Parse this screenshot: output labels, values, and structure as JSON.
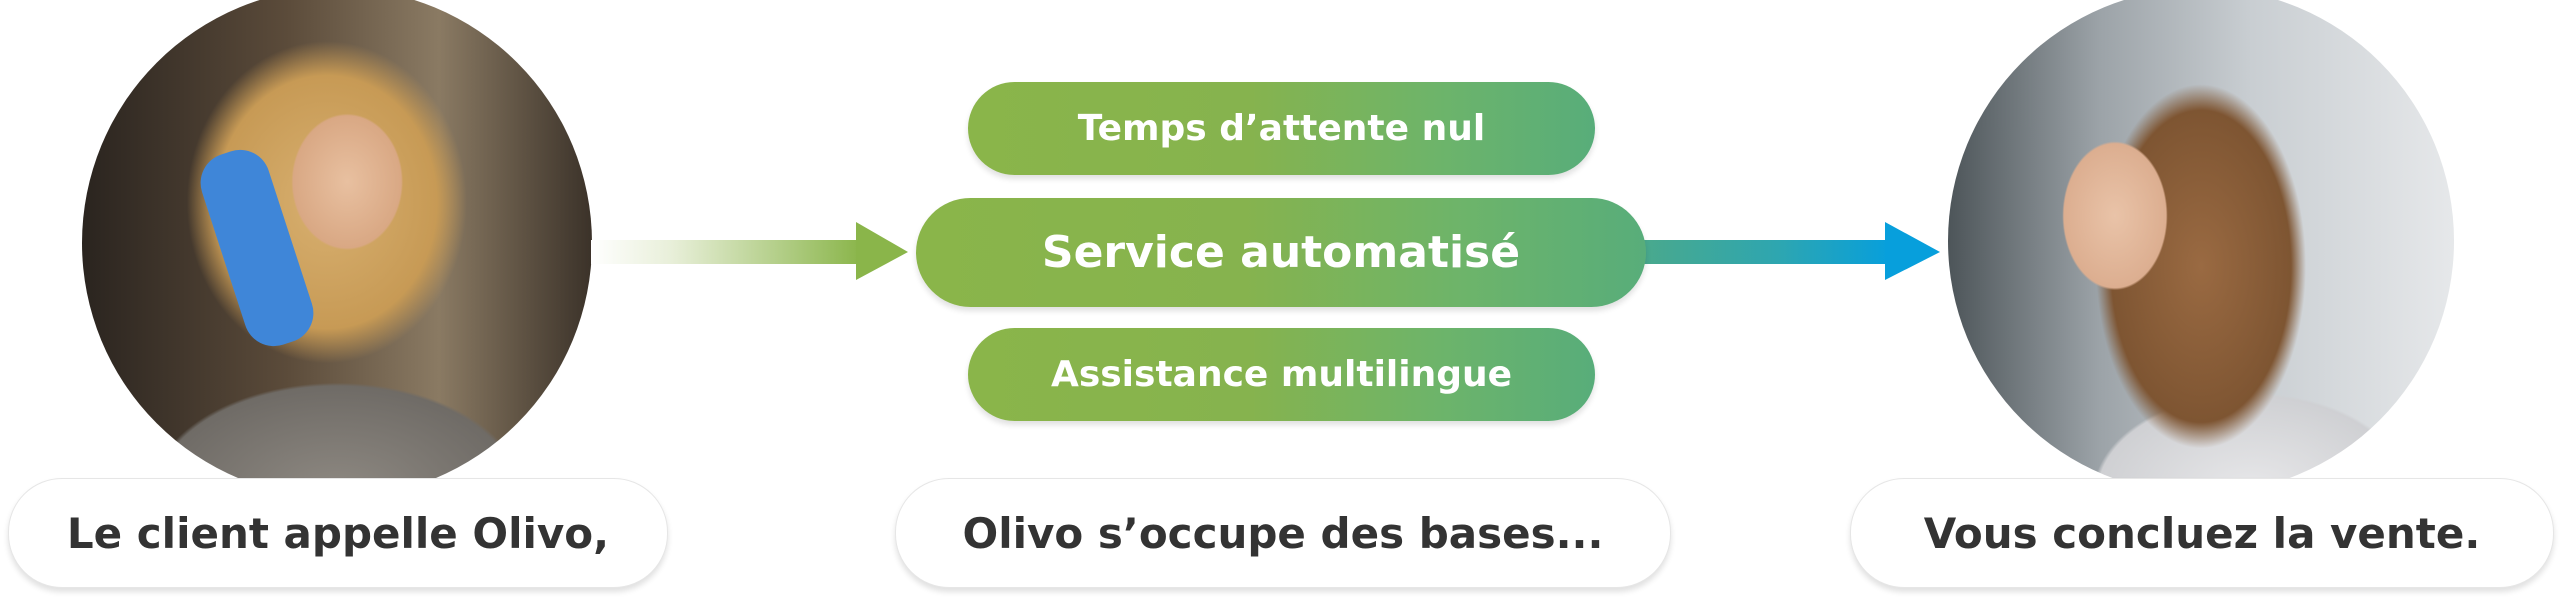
{
  "steps": [
    {
      "caption": "Le client appelle Olivo,"
    },
    {
      "caption": "Olivo s’occupe des bases..."
    },
    {
      "caption": "Vous concluez la vente."
    }
  ],
  "features": [
    "Temps d’attente nul",
    "Service automatisé",
    "Assistance multilingue"
  ],
  "colors": {
    "green": "#8ab54a",
    "teal": "#58ad7a",
    "blue": "#079fdc",
    "text": "#333333"
  }
}
